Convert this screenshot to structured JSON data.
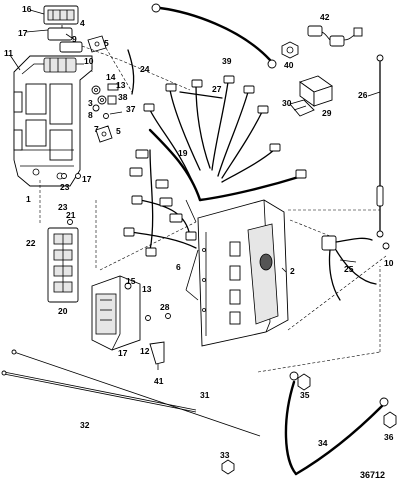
{
  "diagram": {
    "reference_number": "36712",
    "callouts": [
      "1",
      "2",
      "3",
      "4",
      "5",
      "6",
      "7",
      "8",
      "9",
      "10",
      "11",
      "12",
      "13",
      "14",
      "15",
      "16",
      "17",
      "19",
      "20",
      "21",
      "22",
      "23",
      "24",
      "25",
      "26",
      "27",
      "28",
      "29",
      "30",
      "31",
      "32",
      "33",
      "34",
      "35",
      "36",
      "37",
      "38",
      "39",
      "40",
      "41",
      "42"
    ]
  }
}
